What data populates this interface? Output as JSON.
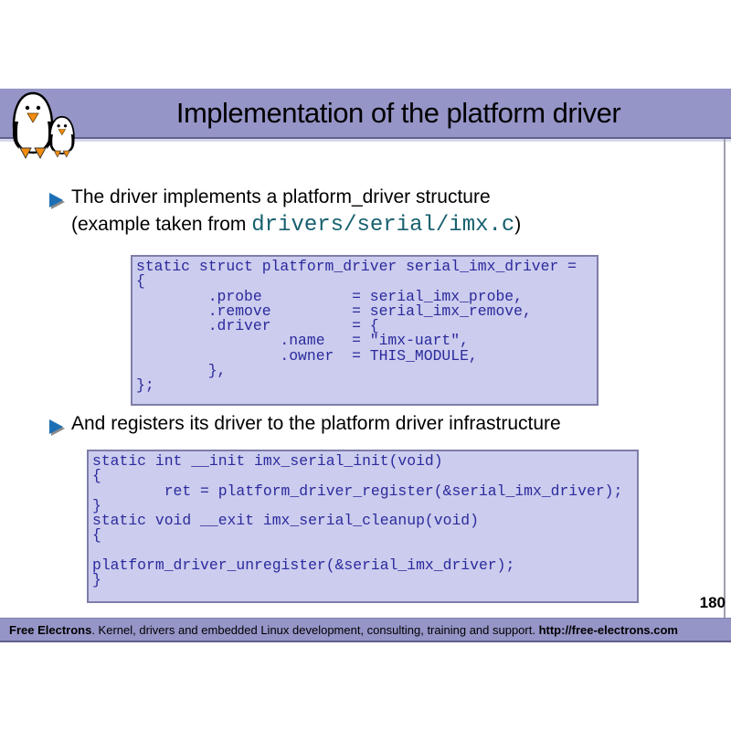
{
  "title": "Implementation of the platform driver",
  "page_number": "180",
  "bullets": {
    "first_line1": "The driver implements a platform_driver structure",
    "first_line2_prefix": "(example taken from ",
    "first_inline_code": "drivers/serial/imx.c",
    "first_line2_suffix": ")",
    "second": "And registers its driver to the platform driver infrastructure"
  },
  "code_blocks": {
    "platform_driver_struct": "static struct platform_driver serial_imx_driver =\n{\n        .probe          = serial_imx_probe,\n        .remove         = serial_imx_remove,\n        .driver         = {\n                .name   = \"imx-uart\",\n                .owner  = THIS_MODULE,\n        },\n};",
    "module_init_exit": "static int __init imx_serial_init(void)\n{\n        ret = platform_driver_register(&serial_imx_driver);\n}\nstatic void __exit imx_serial_cleanup(void)\n{\n\nplatform_driver_unregister(&serial_imx_driver);\n}"
  },
  "footer": {
    "brand": "Free Electrons",
    "description": ". Kernel, drivers and embedded Linux development, consulting, training and support. ",
    "url": "http://free-electrons.com"
  },
  "colors": {
    "header_bar": "#9695c8",
    "bar_edge_dark": "#62628f",
    "code_background": "#ccccee",
    "code_border": "#7e7eaa",
    "code_text": "#2a2a9d",
    "inline_code_teal": "#17606f",
    "bullet_blue": "#1d6fb5",
    "penguin_orange": "#f28c0f",
    "text": "#000000"
  },
  "icons": {
    "penguins_logo": "two-tux-penguins-mascot",
    "bullet": "right-pointing-triangle"
  }
}
